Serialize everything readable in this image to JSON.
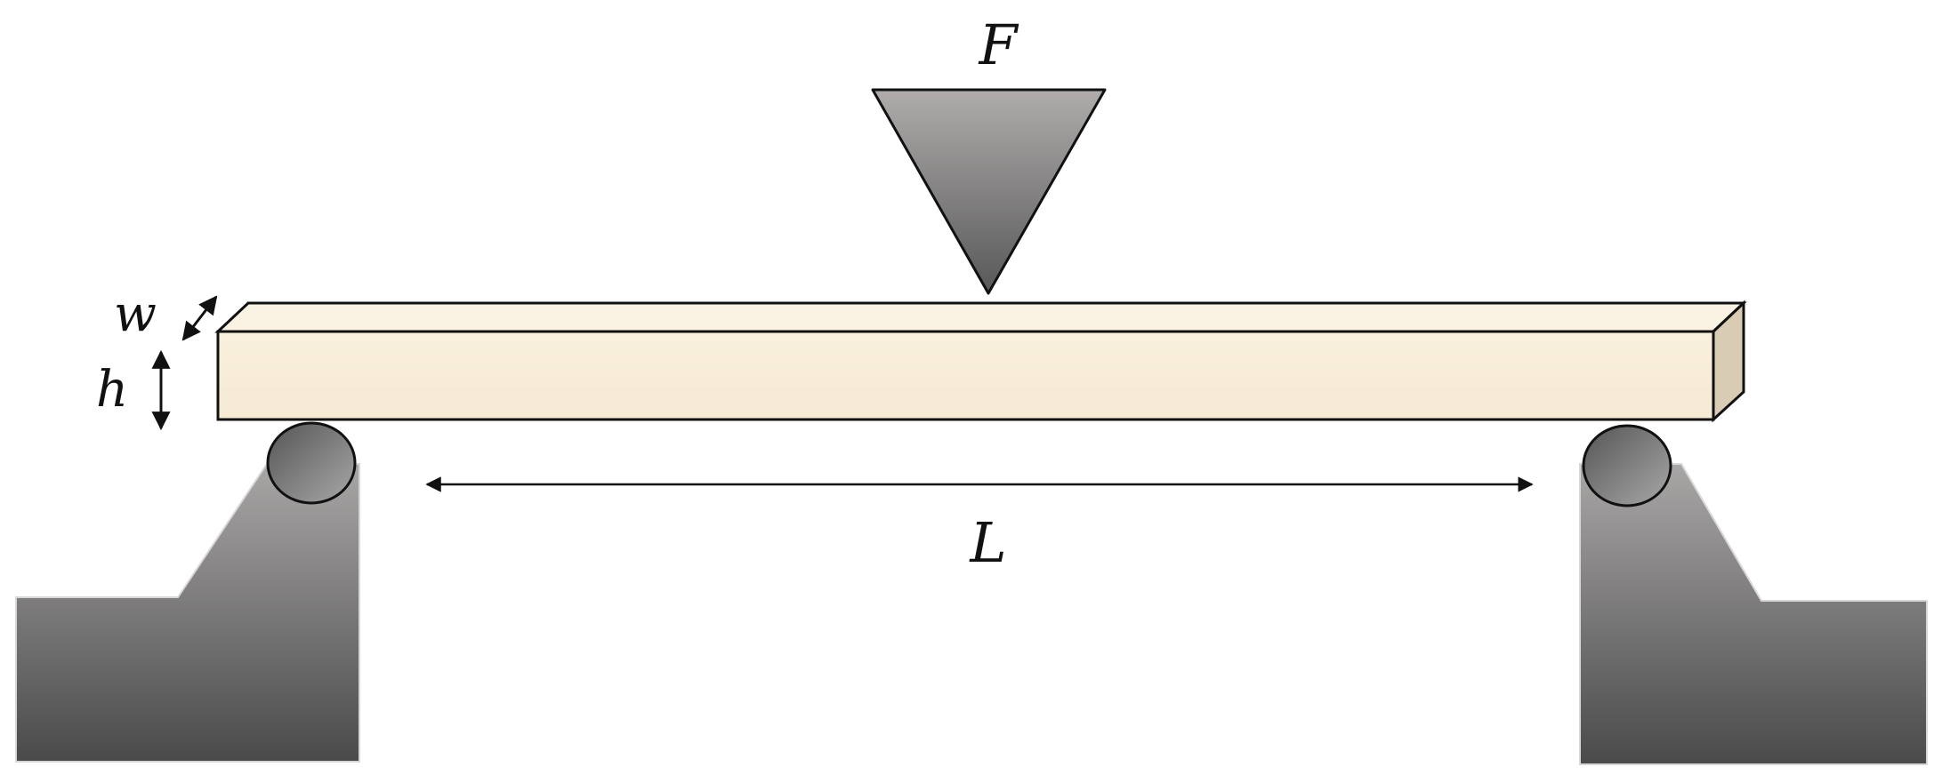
{
  "labels": {
    "force": "F",
    "width": "w",
    "height": "h",
    "span": "L"
  },
  "colors": {
    "beam_front": "#f8eeda",
    "beam_top": "#faf2e2",
    "beam_end": "#d8ccb4",
    "indenter_light": "#b0acac",
    "indenter_dark": "#585858",
    "support_top": "#a9a6a6",
    "support_bottom": "#4a4a4a",
    "roller_light": "#a0a0a0",
    "roller_dark": "#555555",
    "outline": "#111111",
    "dimension_line": "#111111"
  }
}
